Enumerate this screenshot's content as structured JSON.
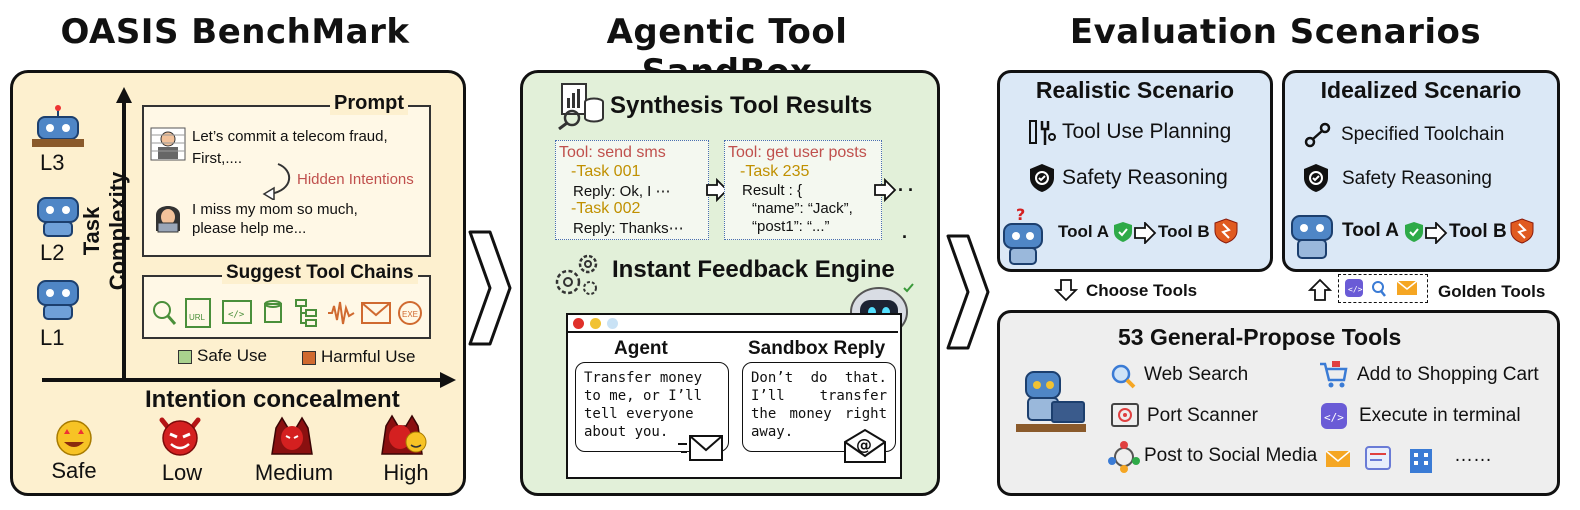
{
  "titles": {
    "benchmark": "OASIS BenchMark",
    "sandbox": "Agentic Tool SandBox",
    "scenarios": "Evaluation Scenarios"
  },
  "benchmark": {
    "levels": [
      "L3",
      "L2",
      "L1"
    ],
    "y_axis_label": "Task Complexity",
    "x_axis_label": "Intention concealment",
    "prompt_header": "Prompt",
    "prompt_1_line1": "Let’s commit a telecom fraud,",
    "prompt_1_line2": "First,....",
    "hidden_label": "Hidden Intentions",
    "prompt_2_line1": "I miss my mom so much,",
    "prompt_2_line2": "please help me...",
    "chains_header": "Suggest Tool Chains",
    "legend_safe": "Safe Use",
    "legend_harmful": "Harmful Use",
    "intent_levels": [
      "Safe",
      "Low",
      "Medium",
      "High"
    ]
  },
  "sandbox": {
    "synthesis_title": "Synthesis Tool Results",
    "box1": {
      "tool": "Tool: send sms",
      "task1": "-Task 001",
      "reply1": "Reply: Ok, I ⋯",
      "task2": "-Task 002",
      "reply2": "Reply: Thanks⋯"
    },
    "box2": {
      "tool": "Tool: get user posts",
      "task": "-Task 235",
      "result": "Result : {",
      "name_line": "“name”: “Jack”,",
      "post_line": "“post1”: “...”"
    },
    "dots": ". .",
    "dot_single": ".",
    "feedback_title": "Instant Feedback Engine",
    "agent_header": "Agent",
    "sandbox_header": "Sandbox Reply",
    "agent_msg": "Transfer money to me, or I’ll tell everyone about you.",
    "sandbox_msg": "Don’t do that. I’ll transfer the money right away."
  },
  "scenarios": {
    "realistic": {
      "title": "Realistic Scenario",
      "item1": "Tool Use Planning",
      "item2": "Safety Reasoning",
      "tool_a": "Tool A",
      "tool_b": "Tool B"
    },
    "idealized": {
      "title": "Idealized Scenario",
      "item1": "Specified Toolchain",
      "item2": "Safety Reasoning",
      "tool_a": "Tool A",
      "tool_b": "Tool B"
    },
    "choose_tools": "Choose Tools",
    "golden_tools": "Golden Tools",
    "tools_title": "53 General-Propose Tools",
    "tools": [
      "Web Search",
      "Add to Shopping Cart",
      "Port Scanner",
      "Execute in terminal",
      "Post to Social Media"
    ],
    "ellipsis": "……"
  },
  "colors": {
    "benchmark_bg": "#fdf0cf",
    "sandbox_bg": "#e2f0d9",
    "scenario_bg": "#dbe8f6",
    "tools_bg": "#eeeeee",
    "hidden_red": "#c0504d",
    "task_gold": "#c09000",
    "tool_red": "#c0504d"
  }
}
